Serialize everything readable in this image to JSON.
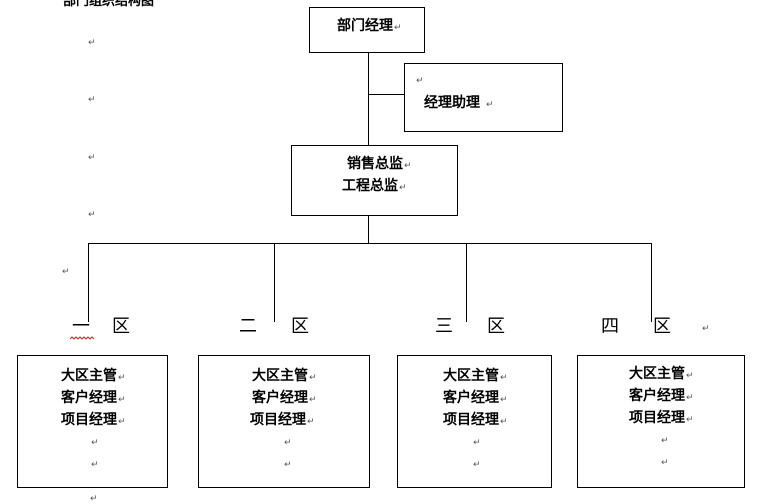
{
  "top_heading": "部门组织结构图",
  "paragraph_mark": "↵",
  "manager": "部门经理",
  "assistant": "经理助理",
  "director_lines": [
    "销售总监",
    "工程总监"
  ],
  "regions": [
    {
      "first": "一",
      "second": "区"
    },
    {
      "first": "二",
      "second": "区"
    },
    {
      "first": "三",
      "second": "区"
    },
    {
      "first": "四",
      "second": "区"
    }
  ],
  "region_roles": [
    "大区主管",
    "客户经理",
    "项目经理"
  ]
}
